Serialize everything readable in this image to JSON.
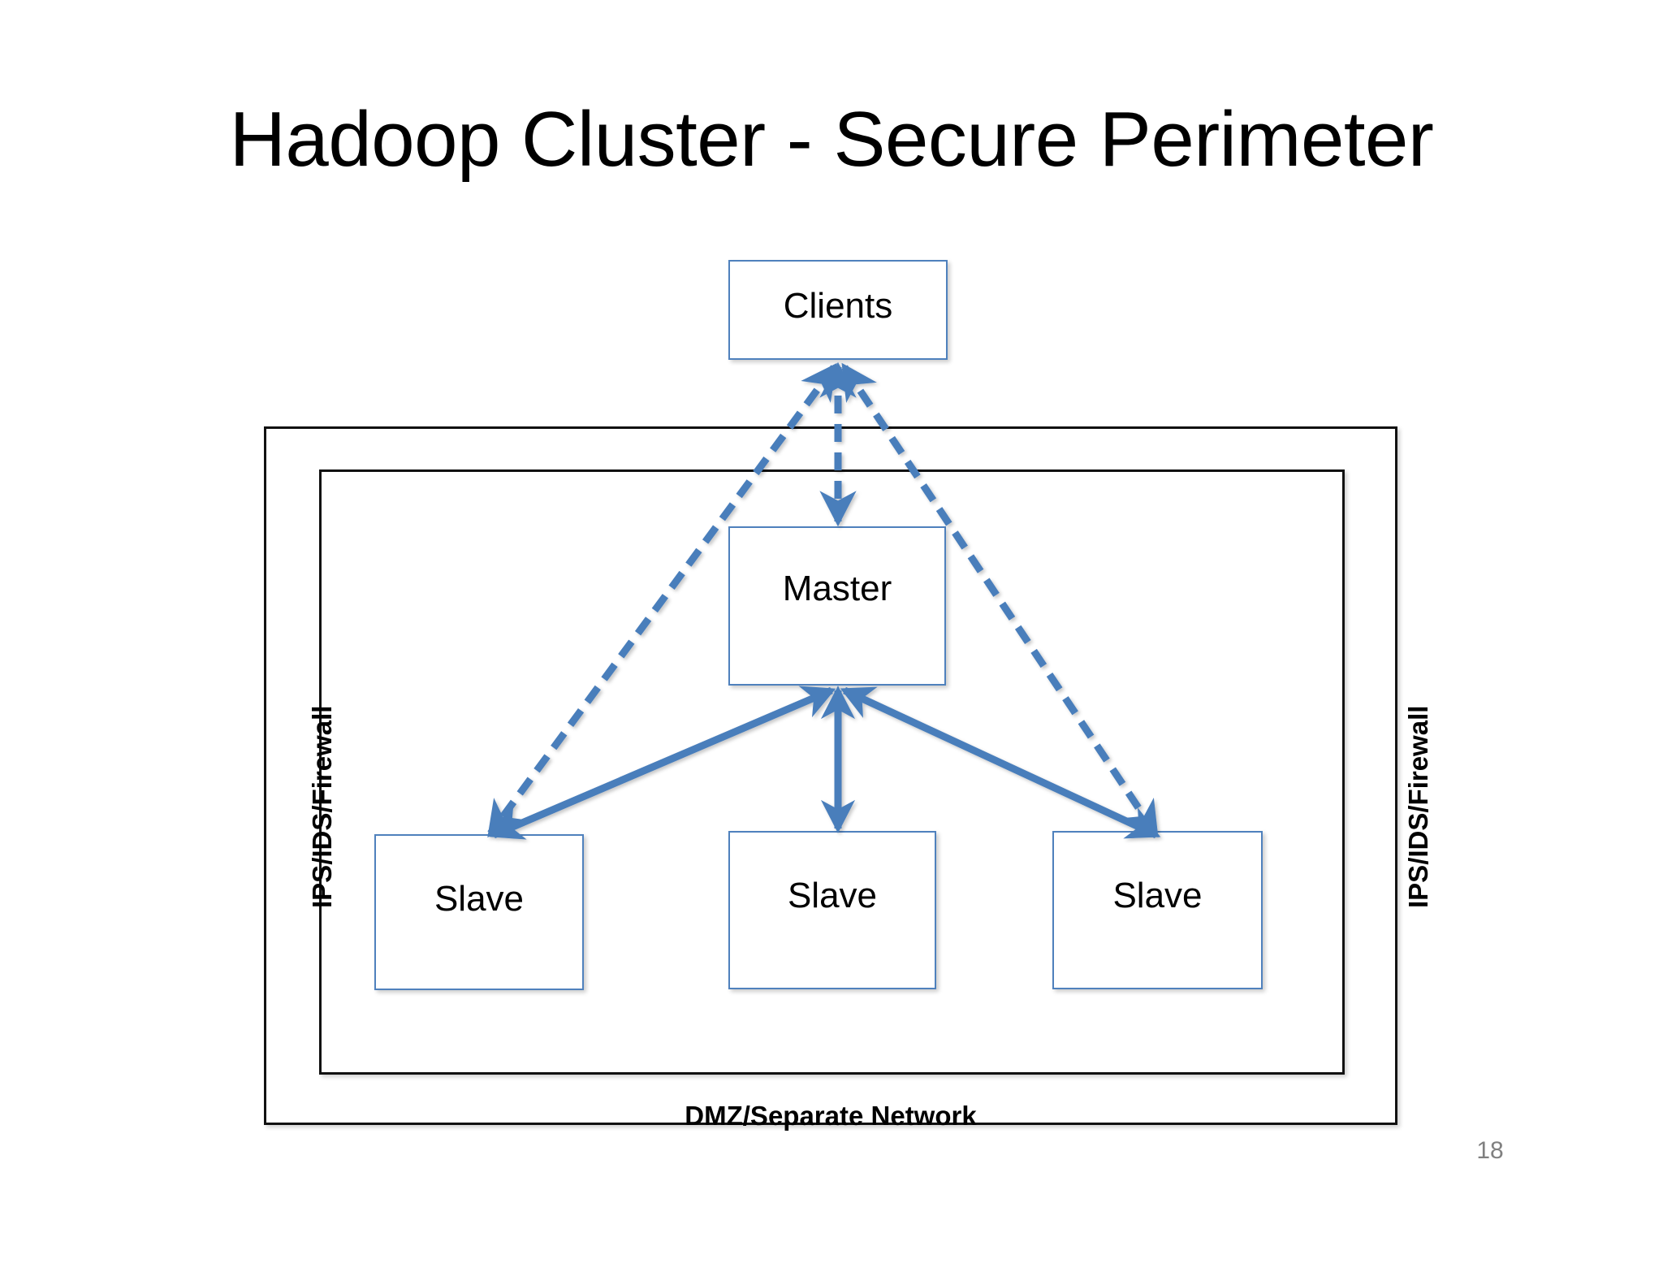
{
  "slide": {
    "title": "Hadoop Cluster - Secure Perimeter",
    "page_number": "18",
    "background_color": "#FFFFFF",
    "title_color": "#000000",
    "page_number_color": "#808080"
  },
  "frames": {
    "outer": {
      "label_left": "IPS/IDS/Firewall",
      "label_right": "IPS/IDS/Firewall",
      "label_bottom": "DMZ/Separate Network",
      "border_color": "#111111"
    },
    "inner": {
      "border_color": "#111111"
    }
  },
  "nodes": {
    "clients": {
      "label": "Clients"
    },
    "master": {
      "label": "Master"
    },
    "slaves": [
      {
        "label": "Slave"
      },
      {
        "label": "Slave"
      },
      {
        "label": "Slave"
      }
    ],
    "border_color": "#4F81BD",
    "fill_color": "#FFFFFF"
  },
  "connectors": {
    "accent_color": "#4A7EBB",
    "dashed": [
      {
        "from": "clients",
        "to": "master",
        "style": "dashed",
        "direction": "bidirectional"
      },
      {
        "from": "clients",
        "to": "slave-1",
        "style": "dashed",
        "direction": "bidirectional"
      },
      {
        "from": "clients",
        "to": "slave-3",
        "style": "dashed",
        "direction": "bidirectional"
      }
    ],
    "solid": [
      {
        "from": "master",
        "to": "slave-1",
        "style": "solid",
        "direction": "bidirectional"
      },
      {
        "from": "master",
        "to": "slave-2",
        "style": "solid",
        "direction": "bidirectional"
      },
      {
        "from": "master",
        "to": "slave-3",
        "style": "solid",
        "direction": "bidirectional"
      }
    ]
  }
}
